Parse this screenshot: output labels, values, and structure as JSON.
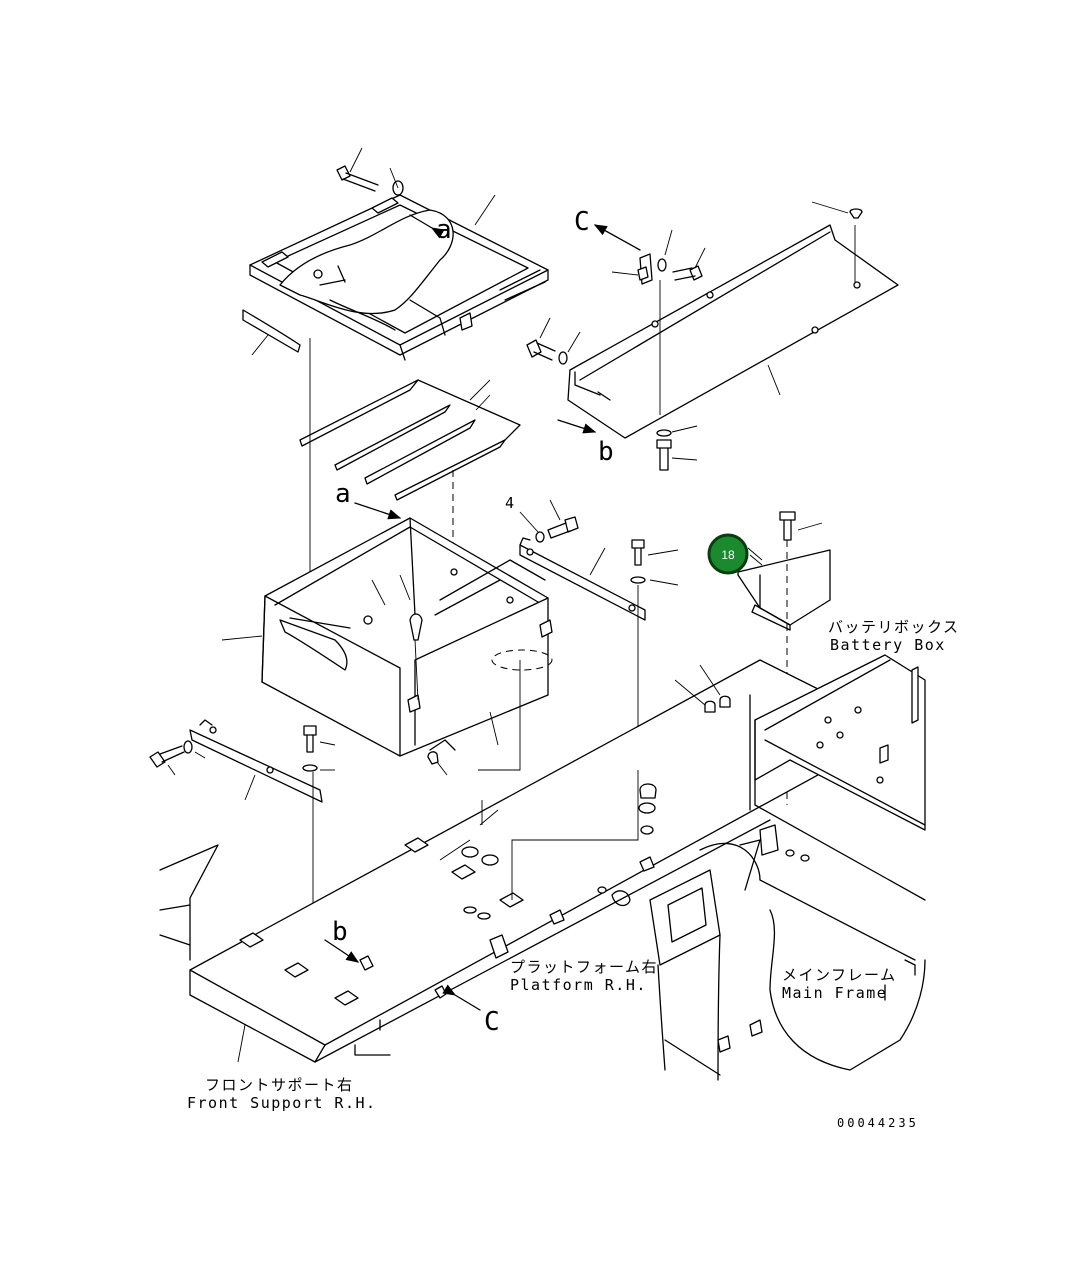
{
  "labels": {
    "battery_box_jp": "バッテリボックス",
    "battery_box_en": "Battery Box",
    "platform_jp": "プラットフォーム右",
    "platform_en": "Platform R.H.",
    "main_frame_jp": "メインフレーム",
    "main_frame_en": "Main Frame",
    "front_support_jp": "フロントサポート右",
    "front_support_en": "Front Support R.H."
  },
  "part_numbers": {
    "p4": "4"
  },
  "callout": {
    "number": "18",
    "fill": "#1b8a2e",
    "ring": "#0a3d10"
  },
  "view_letters": {
    "a_top": "a",
    "a_mid": "a",
    "b_top": "b",
    "b_low": "b",
    "c_top": "C",
    "c_low": "C"
  },
  "drawing_code": "00044235"
}
